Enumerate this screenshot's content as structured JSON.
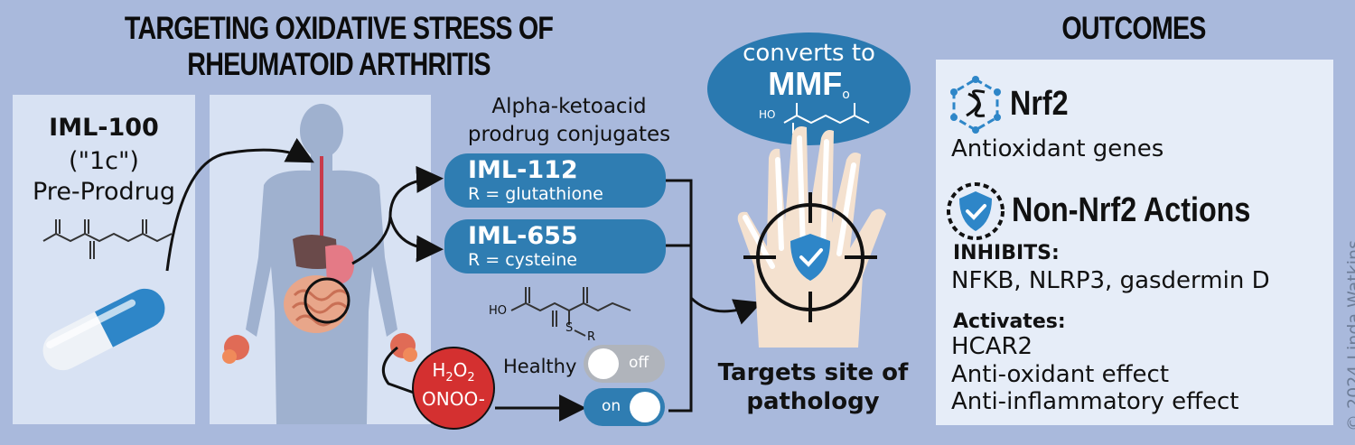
{
  "title": {
    "line1": "TARGETING OXIDATIVE STRESS OF",
    "line2": "RHEUMATOID ARTHRITIS"
  },
  "prodrug": {
    "name": "IML-100",
    "alias": "(\"1c\")",
    "type": "Pre-Prodrug"
  },
  "conjugates": {
    "heading_line1": "Alpha-ketoacid",
    "heading_line2": "prodrug conjugates",
    "items": [
      {
        "name": "IML-112",
        "r": "R = glutathione"
      },
      {
        "name": "IML-655",
        "r": "R = cysteine"
      }
    ],
    "structure_labels": {
      "ho": "HO",
      "s": "S",
      "r": "R"
    }
  },
  "ros": {
    "h2o2_h": "H",
    "h2o2_sub1": "2",
    "h2o2_o": "O",
    "h2o2_sub2": "2",
    "onoo": "ONOO-"
  },
  "toggles": {
    "healthy_label": "Healthy",
    "off_label": "off",
    "on_label": "on"
  },
  "mmf": {
    "converts": "converts to",
    "name": "MMF",
    "ho": "HO"
  },
  "target": {
    "line1": "Targets site of",
    "line2": "pathology"
  },
  "outcomes": {
    "title": "OUTCOMES",
    "nrf2": {
      "heading": "Nrf2",
      "text": "Antioxidant genes"
    },
    "non_nrf2": {
      "heading": "Non-Nrf2 Actions"
    },
    "inhibits": {
      "label": "INHIBITS:",
      "text": "NFKB, NLRP3, gasdermin D"
    },
    "activates": {
      "label": "Activates:",
      "items": [
        "HCAR2",
        "Anti-oxidant effect",
        "Anti-inflammatory effect"
      ]
    }
  },
  "credit": "© 2024 Linda Watkins",
  "colors": {
    "background": "#a9b9dc",
    "panel": "#d8e2f3",
    "pill_blue": "#2f7db2",
    "mmf_blue": "#2a79b0",
    "ros_red": "#d43030",
    "inflammation": "#e2563a"
  }
}
